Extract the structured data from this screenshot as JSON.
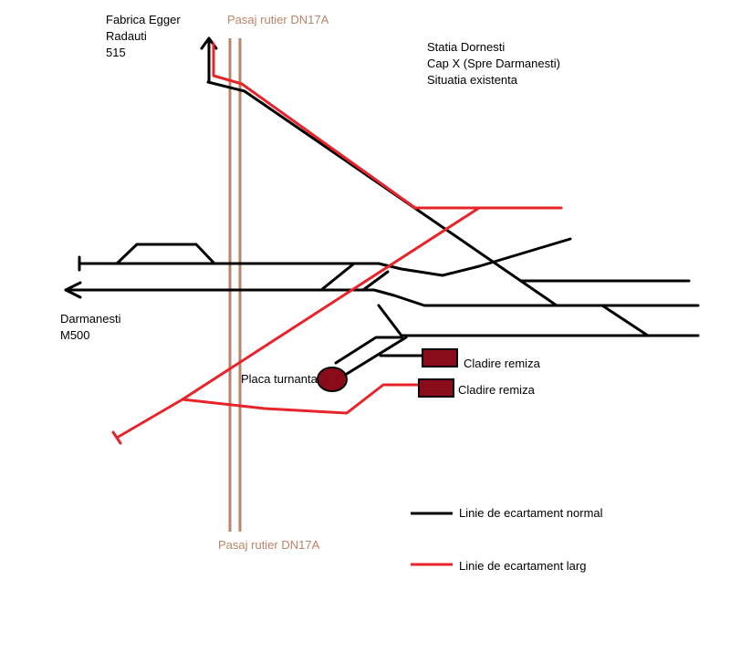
{
  "colors": {
    "normal_gauge": "#000000",
    "broad_gauge": "#e8242a",
    "road": "#b9846a",
    "building": "#8a0c1a",
    "text": "#000000"
  },
  "labels": {
    "top_left": [
      "Fabrica Egger",
      "Radauti",
      "515"
    ],
    "road_top": "Pasaj rutier DN17A",
    "road_bottom": "Pasaj rutier DN17A",
    "station": [
      "Statia Dornesti",
      "Cap X (Spre Darmanesti)",
      "Situatia existenta"
    ],
    "left_dest": [
      "Darmanesti",
      "M500"
    ],
    "turntable": "Placa turnanta",
    "depot_1": "Cladire remiza",
    "depot_2": "Cladire remiza"
  },
  "legend": {
    "normal": "Linie de ecartament normal",
    "broad": "Linie de ecartament larg"
  }
}
